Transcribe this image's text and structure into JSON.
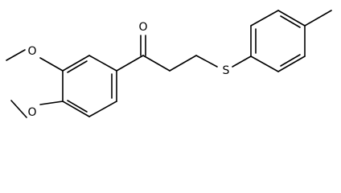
{
  "structure": {
    "atoms": {
      "ketone_oxygen": "O",
      "sulfur": "S",
      "methoxy_oxygen_upper": "O",
      "methoxy_oxygen_lower": "O"
    }
  }
}
